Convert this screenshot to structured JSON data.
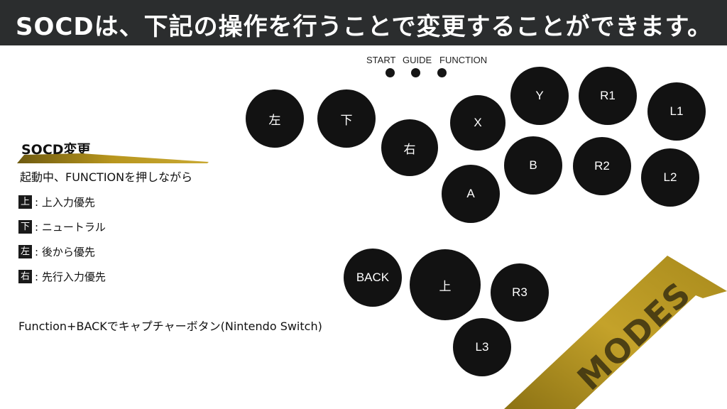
{
  "header": {
    "title": "SOCDは、下記の操作を行うことで変更することができます。"
  },
  "top_buttons": [
    {
      "label": "START"
    },
    {
      "label": "GUIDE"
    },
    {
      "label": "FUNCTION"
    }
  ],
  "buttons": {
    "left": "左",
    "down": "下",
    "right": "右",
    "up": "上",
    "x": "X",
    "y": "Y",
    "r1": "R1",
    "l1": "L1",
    "a": "A",
    "b": "B",
    "r2": "R2",
    "l2": "L2",
    "back": "BACK",
    "r3": "R3",
    "l3": "L3"
  },
  "socd": {
    "title": "SOCD変更",
    "instruction": "起動中、FUNCTIONを押しながら",
    "modes": [
      {
        "key": "上",
        "text": ": 上入力優先"
      },
      {
        "key": "下",
        "text": ": ニュートラル"
      },
      {
        "key": "左",
        "text": ": 後から優先"
      },
      {
        "key": "右",
        "text": ": 先行入力優先"
      }
    ]
  },
  "note": "Function+BACKでキャプチャーボタン(Nintendo Switch)",
  "decor": {
    "tape_text": "MODES",
    "tape_color": "#b8961e",
    "banner_color": "#2b2d2e"
  }
}
